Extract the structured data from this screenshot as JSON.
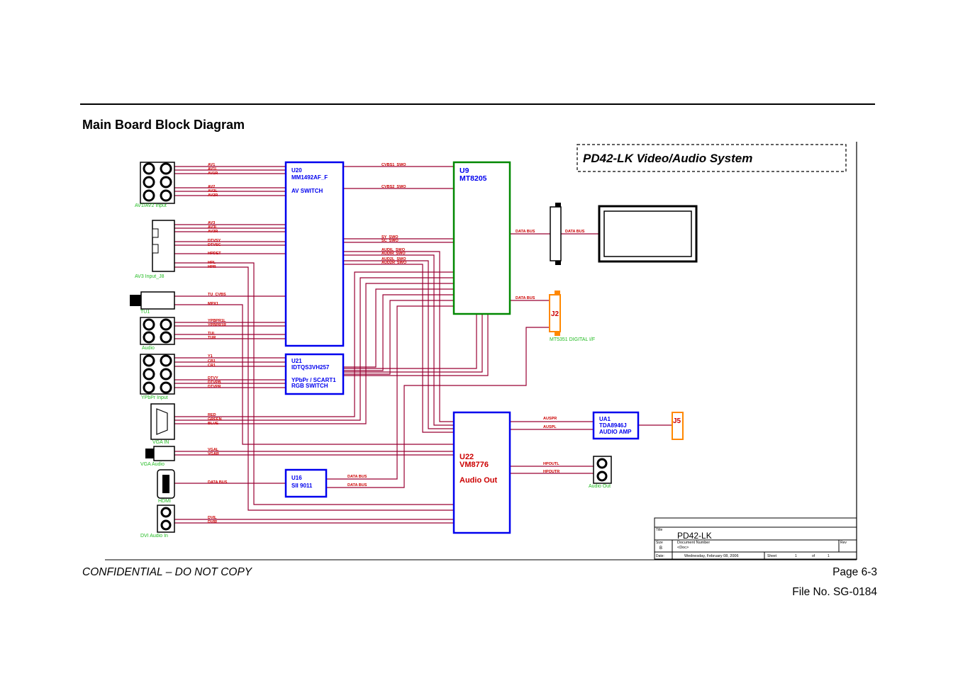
{
  "page": {
    "heading": "Main Board Block Diagram",
    "footer_left": "CONFIDENTIAL – DO NOT COPY",
    "page_number": "Page  6-3",
    "file_number": "File  No.  SG-0184"
  },
  "diagram": {
    "title": "PD42-LK Video/Audio System",
    "chips": {
      "u20": {
        "ref": "U20",
        "part": "MM1492AF_F",
        "function": "AV SWITCH"
      },
      "u9": {
        "ref": "U9",
        "part": "MT8205"
      },
      "u21": {
        "ref": "U21",
        "part": "IDTQS3VH257",
        "function1": "YPbPr / SCART1",
        "function2": "RGB SWITCH"
      },
      "u16": {
        "ref": "U16",
        "part": "SII 9011"
      },
      "u22": {
        "ref": "U22",
        "part": "VM8776",
        "function": "Audio Out"
      },
      "ua1": {
        "ref": "UA1",
        "part": "TDA8946J",
        "function": "AUDIO AMP"
      },
      "j2": {
        "ref": "J2",
        "function": "MT5351 DIGITAL I/F"
      },
      "j5": {
        "ref": "J5"
      }
    },
    "connectors": {
      "av12": "AV1/AV2 Input",
      "av3": "AV3 Input_J8",
      "tuner": "TU1",
      "audio": "Audio",
      "ypbpr": "YPbPr Input",
      "vga": "VGA IN",
      "vga_audio": "VGA Audio",
      "hdmi": "HDMI",
      "dvi_audio": "DVI Audio In",
      "audio_out": "Audio Out"
    },
    "signals": {
      "av1": [
        "AV1",
        "AV1L",
        "AV1R"
      ],
      "av2": [
        "AV2",
        "AV2L",
        "AV2R"
      ],
      "av3": [
        "AV3",
        "AV3L",
        "AV3R"
      ],
      "dtv": [
        "DTVSY",
        "DTVSC"
      ],
      "hp": [
        "HPDET",
        "HPL",
        "HPR"
      ],
      "tuner": [
        "TU_CVBS",
        "MPX1"
      ],
      "ypbpr_audio": [
        "YPBPR1L",
        "YPBPR1R",
        "TUL",
        "TUR"
      ],
      "ypbpr": [
        "Y1",
        "CB1",
        "CR1",
        "DTVY",
        "DTVPB",
        "DTVPR"
      ],
      "rgb": [
        "RED",
        "GREEN",
        "BLUE"
      ],
      "vga_audio": [
        "VGAL",
        "VGAR"
      ],
      "hdmi_bus": "DATA BUS",
      "dvi_audio": [
        "DVIL",
        "DVIR"
      ],
      "cvbs": [
        "CVBS1_SWO",
        "CVBS2_SWO"
      ],
      "sv": [
        "SY_SWO",
        "SC_SWO"
      ],
      "audio_sw": [
        "AUDIL_SWO",
        "AUDIR_SWO",
        "AUD2L_SWO",
        "AUD2R_SWO"
      ],
      "panel_bus": [
        "DATA BUS",
        "DATA BUS"
      ],
      "j2_bus": "DATA BUS",
      "u16_bus": [
        "DATA BUS",
        "DATA BUS"
      ],
      "amp_in": [
        "AUSPR",
        "AUSPL"
      ],
      "hp_out": [
        "HPOUTL",
        "HPOUTR"
      ]
    },
    "title_block": {
      "title_label": "Title",
      "title": "PD42-LK",
      "size_label": "Size",
      "size": "B",
      "doc_label": "Document Number",
      "doc": "<Doc>",
      "rev_label": "Rev",
      "date_label": "Date:",
      "date": "Wednesday, February 08, 2006",
      "sheet_label": "Sheet",
      "sheet": "1",
      "of_label": "of",
      "sheets": "1"
    }
  },
  "colors": {
    "wire": "#990033",
    "chip_blue": "#0000ee",
    "chip_green": "#008800",
    "connector_orange": "#ff8800",
    "signal_red": "#cc0000",
    "label_green": "#22bb22"
  }
}
